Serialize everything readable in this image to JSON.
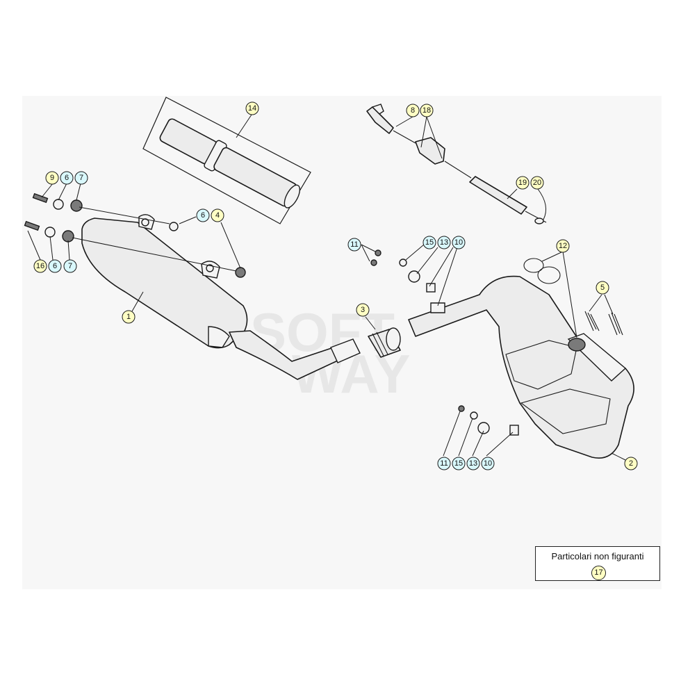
{
  "watermark": [
    "SOFT",
    "WAY"
  ],
  "note": {
    "title": "Particolari non figuranti",
    "part": "17"
  },
  "colors": {
    "callout_yellow": "#ffffc4",
    "callout_cyan": "#d9f8fc",
    "panel": "#f7f7f7"
  },
  "callouts": [
    {
      "id": "c14",
      "label": "14",
      "color": "yellow"
    },
    {
      "id": "c8",
      "label": "8",
      "color": "yellow"
    },
    {
      "id": "c18",
      "label": "18",
      "color": "yellow"
    },
    {
      "id": "c19",
      "label": "19",
      "color": "yellow"
    },
    {
      "id": "c20",
      "label": "20",
      "color": "yellow"
    },
    {
      "id": "c9",
      "label": "9",
      "color": "yellow"
    },
    {
      "id": "c6a",
      "label": "6",
      "color": "cyan"
    },
    {
      "id": "c7a",
      "label": "7",
      "color": "cyan"
    },
    {
      "id": "c6b",
      "label": "6",
      "color": "cyan"
    },
    {
      "id": "c4",
      "label": "4",
      "color": "yellow"
    },
    {
      "id": "c16",
      "label": "16",
      "color": "yellow"
    },
    {
      "id": "c6c",
      "label": "6",
      "color": "cyan"
    },
    {
      "id": "c7c",
      "label": "7",
      "color": "cyan"
    },
    {
      "id": "c1",
      "label": "1",
      "color": "yellow"
    },
    {
      "id": "c11a",
      "label": "11",
      "color": "cyan"
    },
    {
      "id": "c15a",
      "label": "15",
      "color": "cyan"
    },
    {
      "id": "c13a",
      "label": "13",
      "color": "cyan"
    },
    {
      "id": "c10a",
      "label": "10",
      "color": "cyan"
    },
    {
      "id": "c3",
      "label": "3",
      "color": "yellow"
    },
    {
      "id": "c12",
      "label": "12",
      "color": "yellow"
    },
    {
      "id": "c5",
      "label": "5",
      "color": "yellow"
    },
    {
      "id": "c2",
      "label": "2",
      "color": "yellow"
    },
    {
      "id": "c11b",
      "label": "11",
      "color": "cyan"
    },
    {
      "id": "c15b",
      "label": "15",
      "color": "cyan"
    },
    {
      "id": "c13b",
      "label": "13",
      "color": "cyan"
    },
    {
      "id": "c10b",
      "label": "10",
      "color": "cyan"
    }
  ]
}
